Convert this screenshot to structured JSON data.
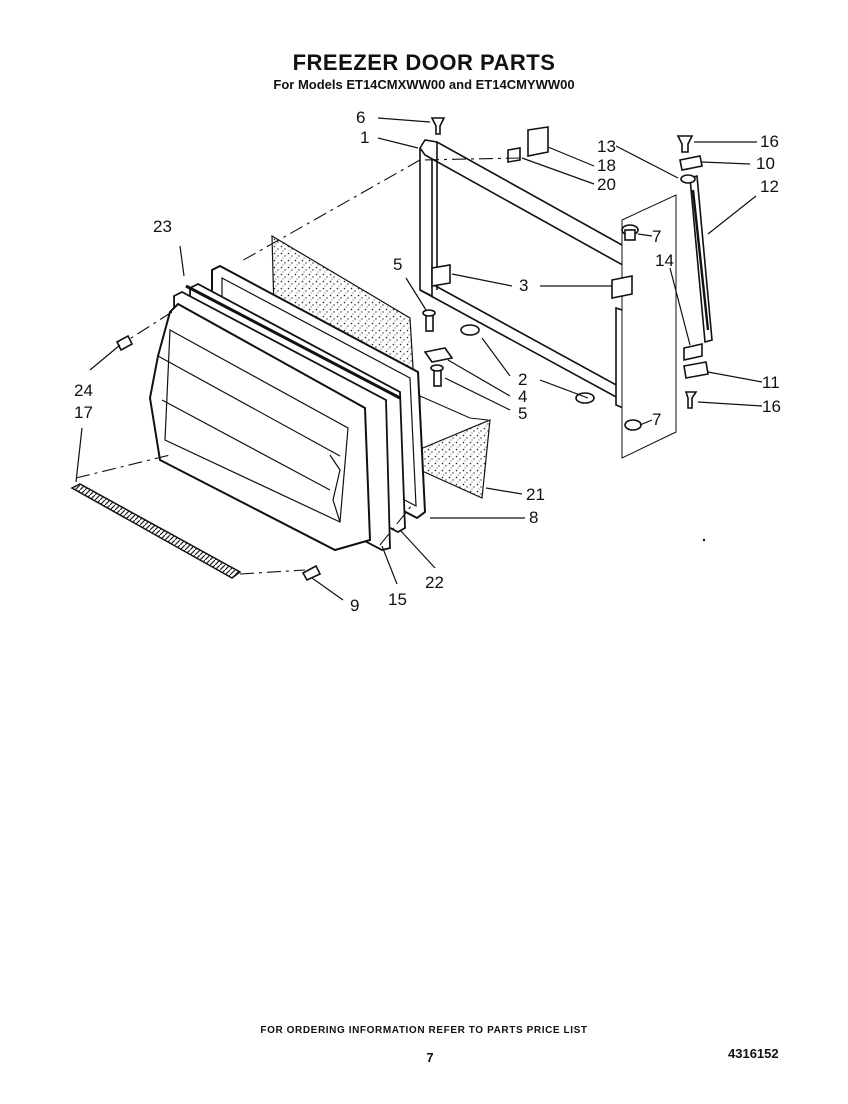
{
  "header": {
    "title": "FREEZER DOOR PARTS",
    "subtitle": "For Models ET14CMXWW00 and ET14CMYWW00"
  },
  "callouts": [
    "1",
    "2",
    "3",
    "4",
    "5",
    "6",
    "7",
    "8",
    "9",
    "10",
    "11",
    "12",
    "13",
    "14",
    "15",
    "16",
    "17",
    "18",
    "20",
    "21",
    "22",
    "23",
    "24"
  ],
  "footer": {
    "note": "FOR ORDERING INFORMATION REFER TO PARTS PRICE LIST",
    "page": "7",
    "doc_number": "4316152"
  }
}
